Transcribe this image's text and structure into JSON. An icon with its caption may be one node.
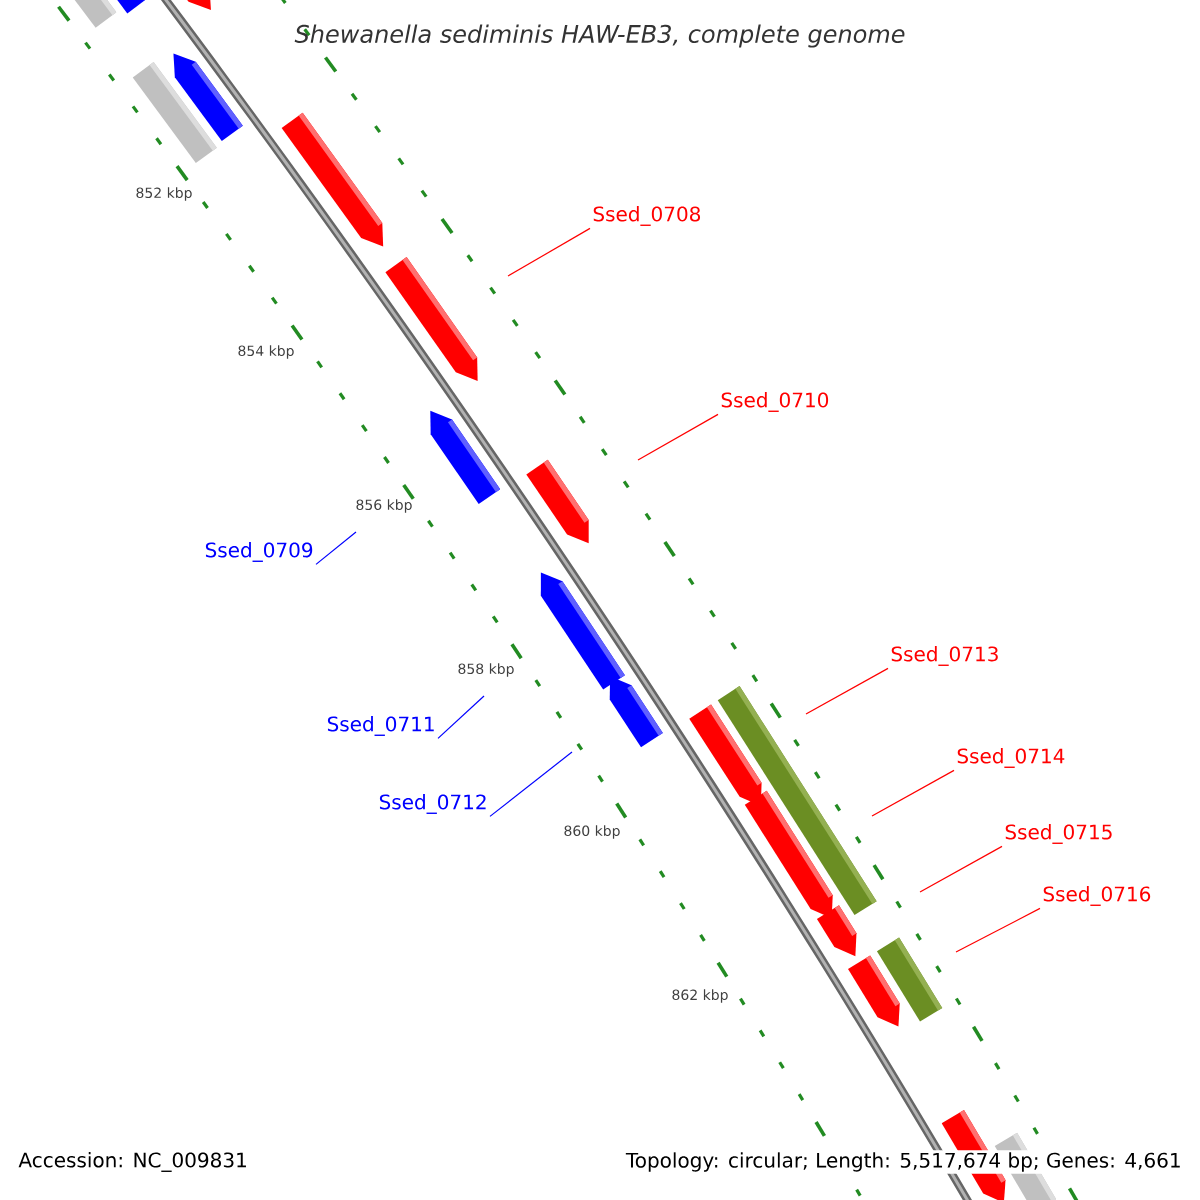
{
  "diagram": {
    "title": "*Shewanella sediminis* HAW-EB3, complete genome",
    "nodes": [
      {
        "text": [
          "Ssed_0708"
        ]
      },
      {
        "text": [
          "Ssed_0710"
        ]
      },
      {
        "text": [
          "Ssed_0709"
        ]
      },
      {
        "text": [
          "Ssed_0713"
        ]
      },
      {
        "text": [
          "Ssed_0711"
        ]
      },
      {
        "text": [
          "Ssed_0714"
        ]
      },
      {
        "text": [
          "Ssed_0712"
        ]
      },
      {
        "text": [
          "Ssed_0715"
        ]
      },
      {
        "text": [
          "Ssed_0716"
        ]
      }
    ],
    "edges": [
      {
        "from": 0,
        "to": null,
        "arrow": "none"
      },
      {
        "from": 1,
        "to": null,
        "arrow": "none"
      },
      {
        "from": 2,
        "to": null,
        "arrow": "none",
        "color": "#0000ff"
      },
      {
        "from": 3,
        "to": null,
        "arrow": "none"
      },
      {
        "from": 4,
        "to": null,
        "arrow": "none",
        "color": "#0000ff"
      },
      {
        "from": 5,
        "to": null,
        "arrow": "none"
      },
      {
        "from": 6,
        "to": null,
        "arrow": "none",
        "color": "#0000ff"
      },
      {
        "from": 7,
        "to": null,
        "arrow": "none"
      },
      {
        "from": 8,
        "to": null,
        "arrow": "none"
      }
    ],
    "labels": [
      "852 kbp",
      "854 kbp",
      "856 kbp",
      "858 kbp",
      "860 kbp",
      "862 kbp",
      "Accession: NC_009831",
      "Topology: circular; Length: 5,517,674 bp; Genes: 4,661"
    ]
  }
}
